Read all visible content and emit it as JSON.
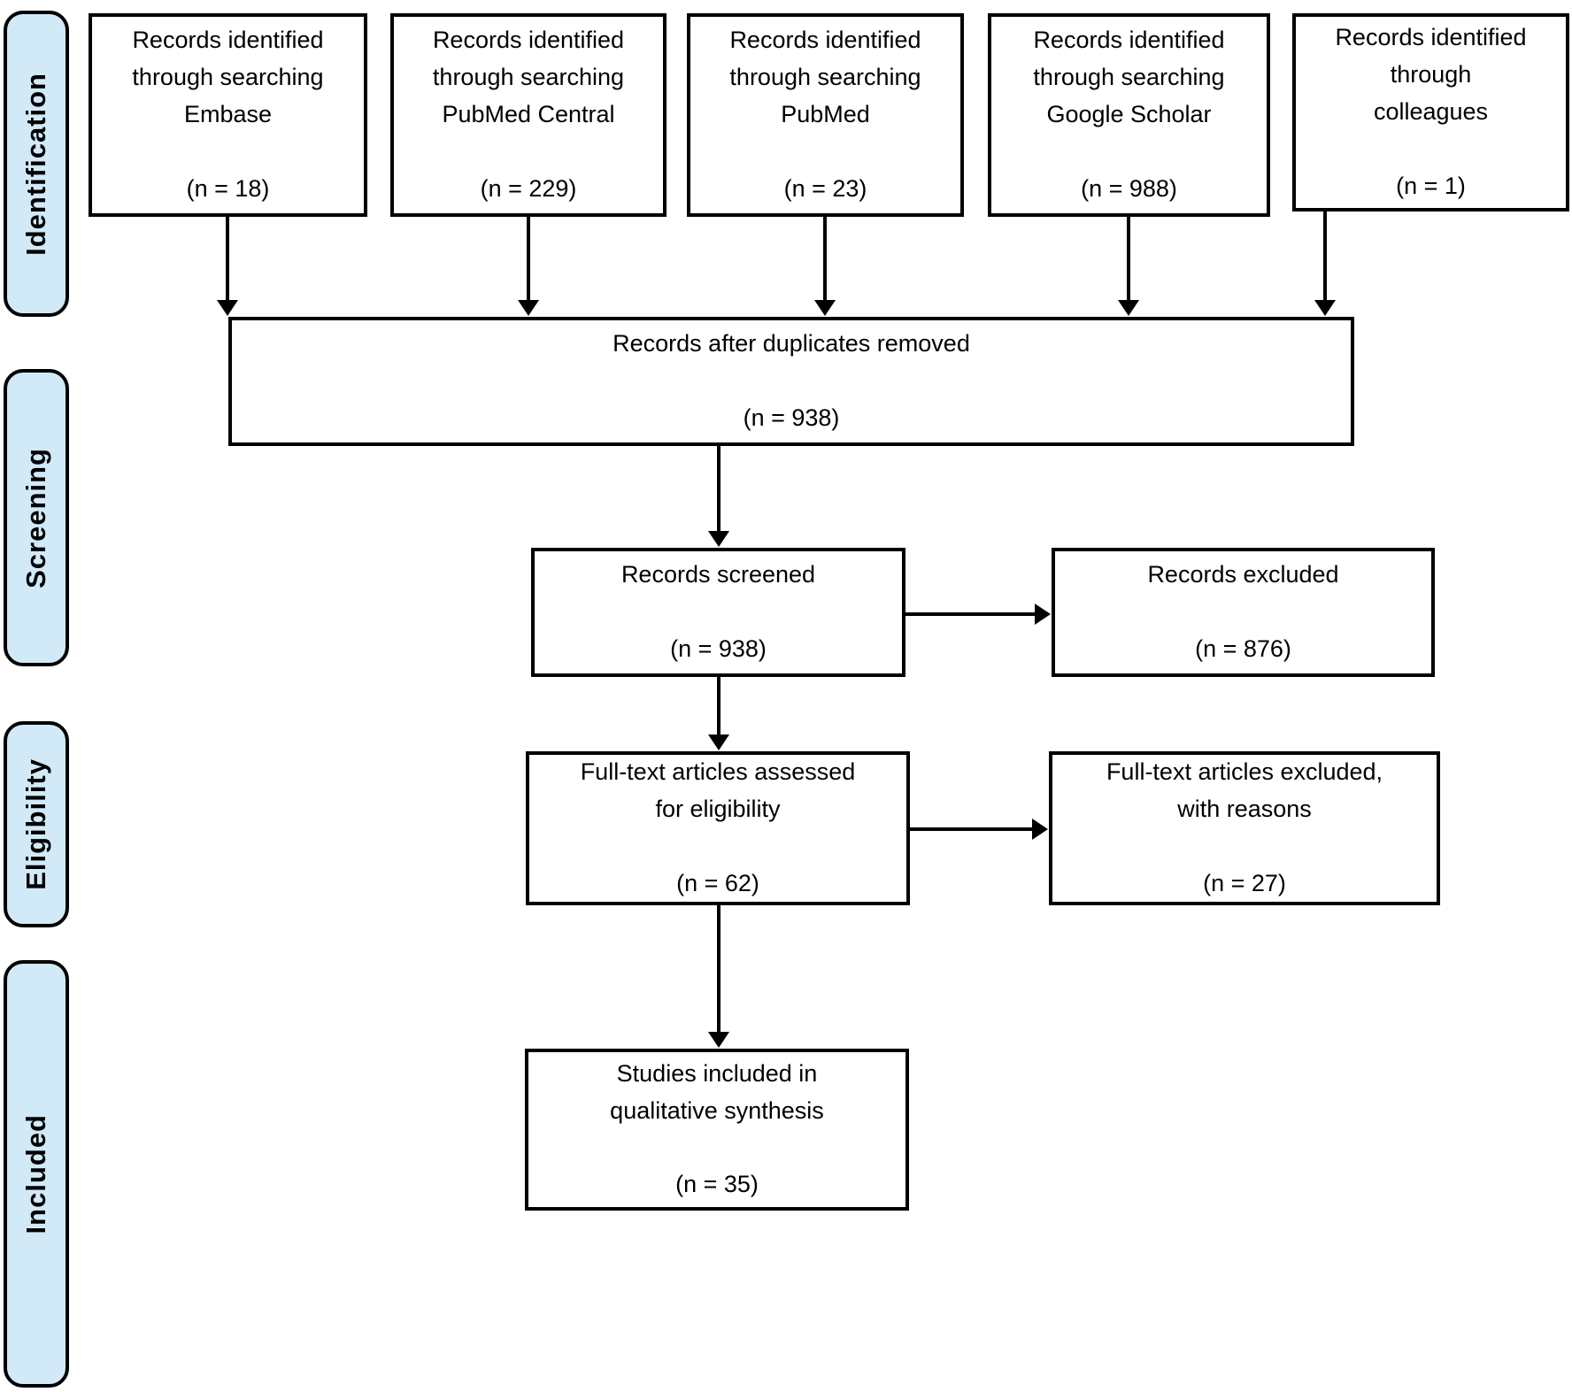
{
  "stages": [
    {
      "label": "Identification"
    },
    {
      "label": "Screening"
    },
    {
      "label": "Eligibility"
    },
    {
      "label": "Included"
    }
  ],
  "sources": [
    {
      "text": "Records identified\nthrough searching\nEmbase",
      "count": "(n = 18)"
    },
    {
      "text": "Records identified\nthrough searching\nPubMed Central",
      "count": "(n = 229)"
    },
    {
      "text": "Records identified\nthrough searching\nPubMed",
      "count": "(n = 23)"
    },
    {
      "text": "Records identified\nthrough searching\nGoogle Scholar",
      "count": "(n = 988)"
    },
    {
      "text": "Records identified\nthrough\ncolleagues",
      "count": "(n = 1)"
    }
  ],
  "flow": {
    "duplicates": {
      "text": "Records after duplicates removed",
      "count": "(n = 938)"
    },
    "screened": {
      "text": "Records screened",
      "count": "(n = 938)"
    },
    "records_excluded": {
      "text": "Records excluded",
      "count": "(n = 876)"
    },
    "fulltext": {
      "text": "Full-text articles assessed\nfor eligibility",
      "count": "(n = 62)"
    },
    "fulltext_excluded": {
      "text": "Full-text articles excluded,\nwith reasons",
      "count": "(n = 27)"
    },
    "included": {
      "text": "Studies included in\nqualitative synthesis",
      "count": "(n = 35)"
    }
  },
  "colors": {
    "stage_fill": "#d2e9f8",
    "box_border": "#000000",
    "background": "#ffffff",
    "text": "#000000"
  }
}
